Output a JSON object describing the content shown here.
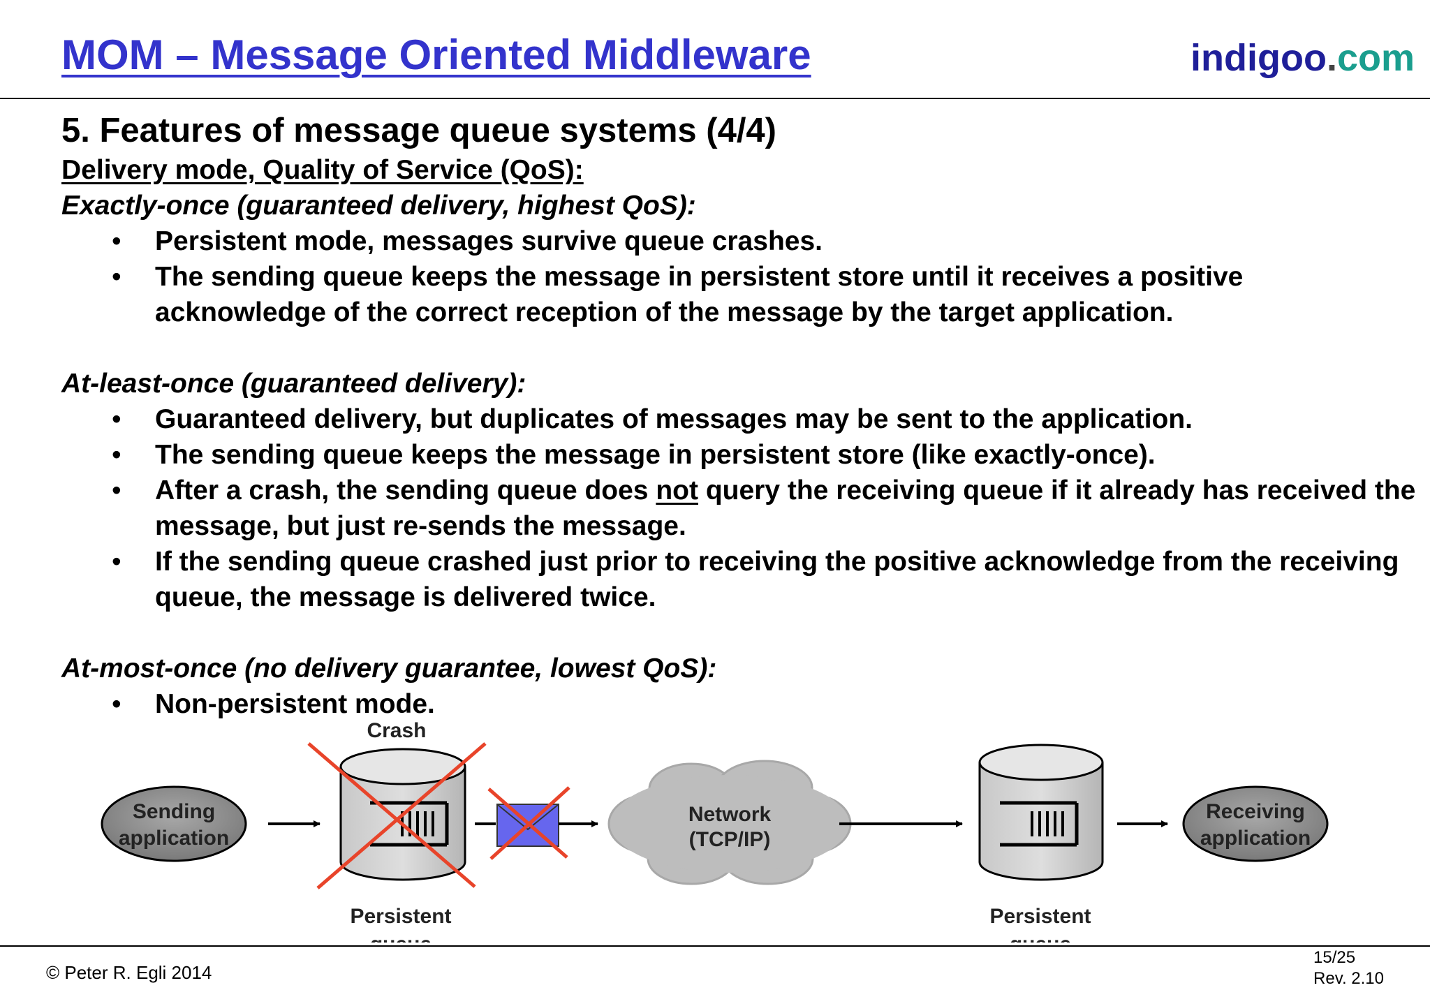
{
  "header": {
    "title": "MOM – Message Oriented Middleware",
    "brand": {
      "part1": "indigoo",
      "dot": ".",
      "part2": "com"
    }
  },
  "content": {
    "section_heading": "5. Features of message queue systems (4/4)",
    "subheading": "Delivery mode, Quality of Service (QoS):",
    "exactly_once": {
      "heading": "Exactly-once (guaranteed delivery, highest QoS):",
      "bullets": [
        "Persistent mode, messages survive queue crashes.",
        "The sending queue keeps the message in persistent store until it receives a positive acknowledge of the correct reception of the message by the target application."
      ]
    },
    "at_least_once": {
      "heading": "At-least-once (guaranteed delivery):",
      "bullet1": "Guaranteed delivery, but duplicates of messages may be sent to the application.",
      "bullet2": "The sending queue keeps the message in persistent store (like exactly-once).",
      "bullet3_pre": "After a crash, the sending queue does ",
      "bullet3_emph": "not",
      "bullet3_post": " query the receiving queue if it already has received the message, but just re-sends the message.",
      "bullet4": "If the sending queue crashed just prior to receiving the positive acknowledge from the receiving queue, the message is delivered twice."
    },
    "at_most_once": {
      "heading": "At-most-once (no delivery guarantee, lowest QoS):",
      "bullets": [
        "Non-persistent mode."
      ]
    }
  },
  "diagram": {
    "sending_app": {
      "line1": "Sending",
      "line2": "application"
    },
    "crash_label": "Crash",
    "persistent_queue_left": {
      "line1": "Persistent",
      "line2": "queue"
    },
    "network": {
      "line1": "Network",
      "line2": "(TCP/IP)"
    },
    "persistent_queue_right": {
      "line1": "Persistent",
      "line2": "queue"
    },
    "receiving_app": {
      "line1": "Receiving",
      "line2": "application"
    },
    "colors": {
      "crash_cross": "#e8442a",
      "message": "#6666ee",
      "cloud": "#bdbdbd",
      "app_ellipse": "#8c8c8c"
    }
  },
  "footer": {
    "copyright": "© Peter R. Egli 2014",
    "page": "15/25",
    "revision": "Rev. 2.10"
  }
}
